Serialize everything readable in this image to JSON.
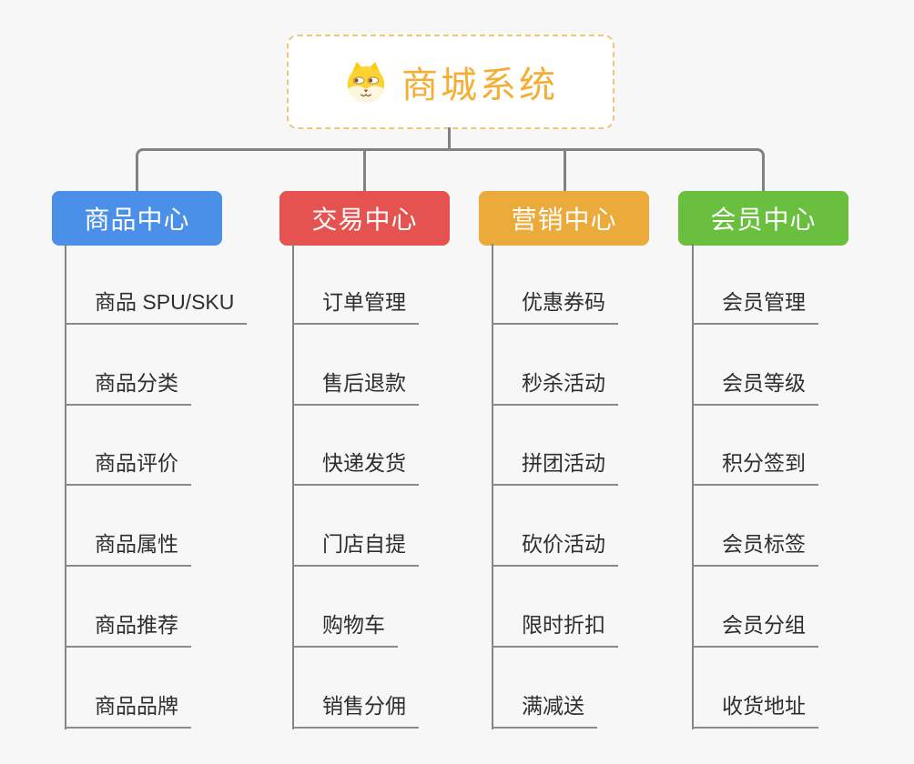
{
  "root": {
    "title": "商城系统",
    "icon": "shiba-dog-icon",
    "title_color": "#f5ad34",
    "border_color": "#f2c476"
  },
  "connector_color": "#828282",
  "branches": [
    {
      "label": "商品中心",
      "color": "#4a8fe8",
      "items": [
        "商品 SPU/SKU",
        "商品分类",
        "商品评价",
        "商品属性",
        "商品推荐",
        "商品品牌"
      ]
    },
    {
      "label": "交易中心",
      "color": "#e4534f",
      "items": [
        "订单管理",
        "售后退款",
        "快递发货",
        "门店自提",
        "购物车",
        "销售分佣"
      ]
    },
    {
      "label": "营销中心",
      "color": "#ecaa3a",
      "items": [
        "优惠券码",
        "秒杀活动",
        "拼团活动",
        "砍价活动",
        "限时折扣",
        "满减送"
      ]
    },
    {
      "label": "会员中心",
      "color": "#6abf3f",
      "items": [
        "会员管理",
        "会员等级",
        "积分签到",
        "会员标签",
        "会员分组",
        "收货地址"
      ]
    }
  ]
}
